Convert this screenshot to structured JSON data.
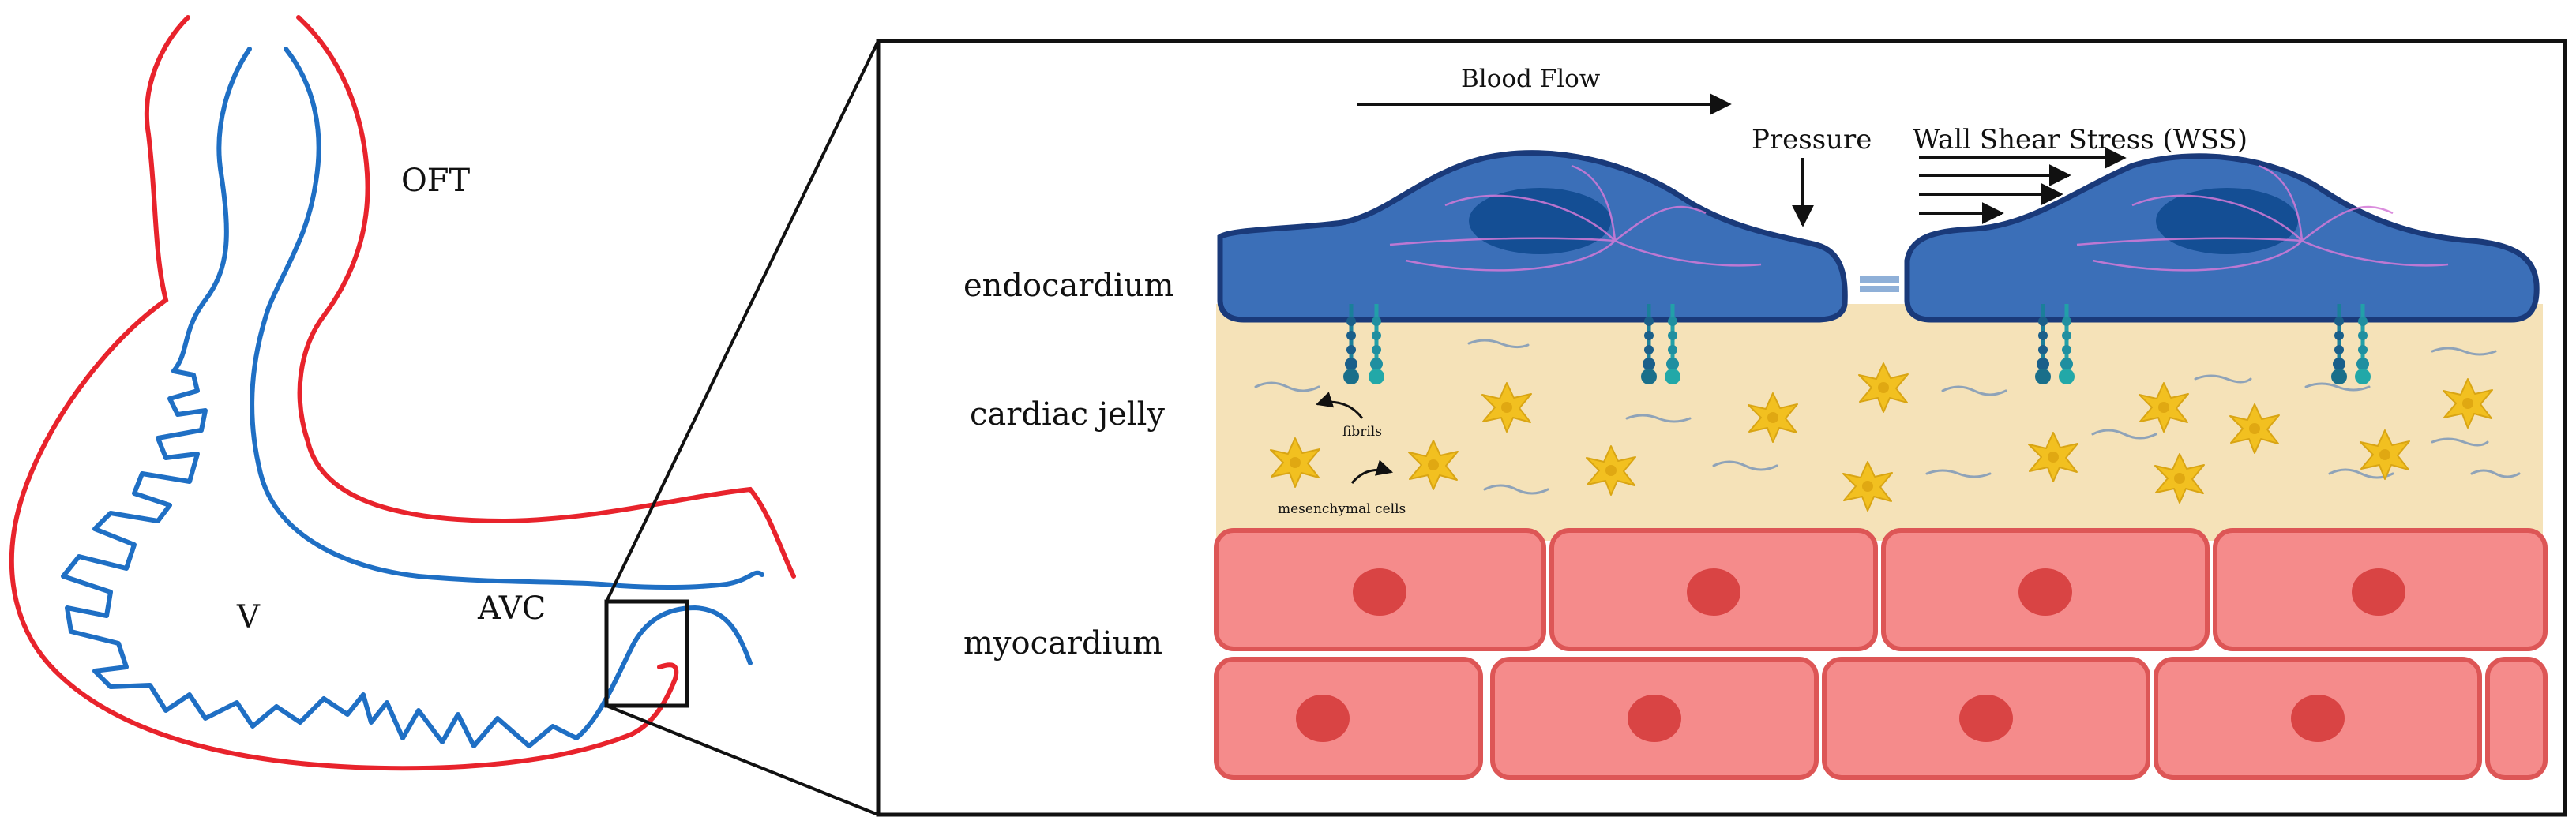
{
  "heart": {
    "label_oft": "OFT",
    "label_v": "V",
    "label_avc": "AVC"
  },
  "zoom": {
    "blood_flow": "Blood Flow",
    "pressure": "Pressure",
    "wss": "Wall Shear Stress (WSS)",
    "fibrils": "fibrils",
    "mesenchymal_cells": "mesenchymal cells",
    "layers": {
      "endocardium": "endocardium",
      "cardiac_jelly": "cardiac jelly",
      "myocardium": "myocardium"
    }
  },
  "colors": {
    "outer_wall": "#e8232c",
    "inner_wall": "#1f6fc4",
    "endothelial": "#3b6fb8",
    "nucleus": "#144e94",
    "jelly": "#f5e2b8",
    "mesenchymal": "#f2c020",
    "myocyte": "#f58b8b",
    "myocyte_border": "#dd5656",
    "myocyte_nucleus": "#d94444",
    "cilia": "#1a7f9a"
  }
}
